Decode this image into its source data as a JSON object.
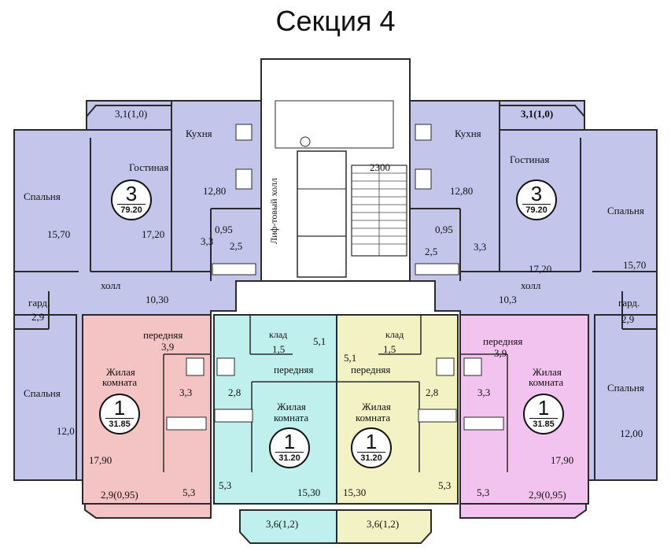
{
  "title": "Секция 4",
  "colors": {
    "three_room": "#c3c6ea",
    "one_room_outer_left": "#f4c3c3",
    "one_room_outer_right": "#f2c3ee",
    "one_room_inner_left": "#bff0ee",
    "one_room_inner_right": "#f2f2c4",
    "walls": "#2a2a2a"
  },
  "apartments": {
    "left_three": {
      "rooms": "3",
      "area": "79.20"
    },
    "right_three": {
      "rooms": "3",
      "area": "79.20"
    },
    "left_outer_one": {
      "rooms": "1",
      "area": "31.85"
    },
    "left_inner_one": {
      "rooms": "1",
      "area": "31.20"
    },
    "right_inner_one": {
      "rooms": "1",
      "area": "31.20"
    },
    "right_outer_one": {
      "rooms": "1",
      "area": "31.85"
    }
  },
  "labels": {
    "left_balcony_top": "3,1(1,0)",
    "right_balcony_top": "3,1(1,0)",
    "left_kitchen": "Кухня",
    "left_kitchen_area": "12,80",
    "right_kitchen": "Кухня",
    "right_kitchen_area": "12,80",
    "left_living": "Гостиная",
    "left_living_area": "17,20",
    "right_living": "Гостиная",
    "right_living_area": "17,20",
    "left_bedroom_top": "Спальня",
    "left_bedroom_top_area": "15,70",
    "right_bedroom_top": "Спальня",
    "right_bedroom_top_area": "15,70",
    "left_wc": "0,95",
    "left_bath1": "3,3",
    "left_bath2": "2,5",
    "right_wc": "0,95",
    "right_bath1": "3,3",
    "right_bath2": "2,5",
    "left_hall": "холл",
    "left_hall_area": "10,30",
    "right_hall": "холл",
    "right_hall_area": "10,3",
    "left_wardrobe": "гард.",
    "left_wardrobe_area": "2,9",
    "right_wardrobe": "гард.",
    "right_wardrobe_area": "2,9",
    "left_bedroom_bottom": "Спальня",
    "left_bedroom_bottom_area": "12,0",
    "right_bedroom_bottom": "Спальня",
    "right_bedroom_bottom_area": "12,00",
    "lift_hall": "Лиф-товый холл",
    "stair_dim": "2300",
    "lo_entry": "передняя",
    "lo_entry_area": "3,9",
    "lo_living_1": "Жилая",
    "lo_living_2": "комната",
    "lo_bath": "3,3",
    "lo_living_area": "17,90",
    "lo_kitchen_area": "5,3",
    "lo_balcony": "2,9(0,95)",
    "li_storage": "клад",
    "li_storage_area": "1,5",
    "li_entry": "передняя",
    "li_entry_area": "5,1",
    "li_bath": "2,8",
    "li_living_1": "Жилая",
    "li_living_2": "комната",
    "li_kitchen_area": "5,3",
    "li_living_area": "15,30",
    "li_balcony": "3,6(1,2)",
    "ri_storage": "клад",
    "ri_storage_area": "1,5",
    "ri_entry": "передняя",
    "ri_entry_area": "5,1",
    "ri_bath": "2,8",
    "ri_living_1": "Жилая",
    "ri_living_2": "комната",
    "ri_kitchen_area": "5,3",
    "ri_living_area": "15,30",
    "ri_balcony": "3,6(1,2)",
    "ro_entry": "передняя",
    "ro_entry_area": "3,9",
    "ro_living_1": "Жилая",
    "ro_living_2": "комната",
    "ro_bath": "3,3",
    "ro_living_area": "17,90",
    "ro_kitchen_area": "5,3",
    "ro_balcony": "2,9(0,95)"
  }
}
